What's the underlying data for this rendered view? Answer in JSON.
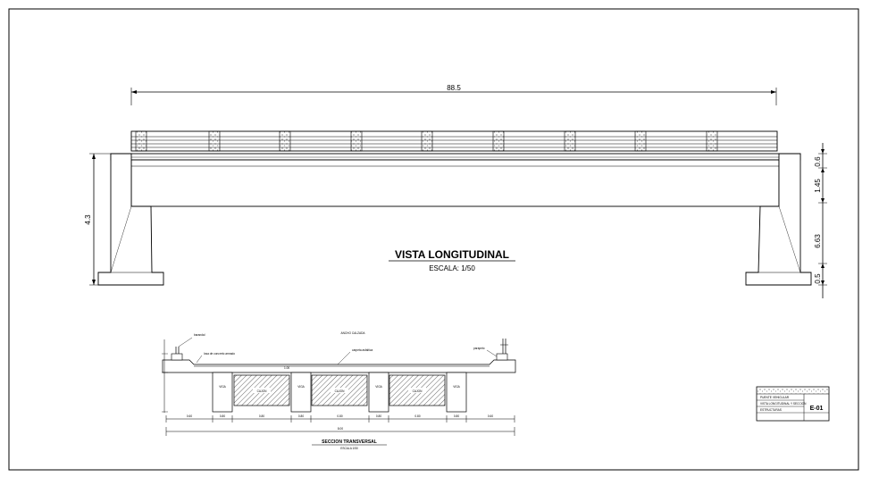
{
  "longitudinal": {
    "title": "VISTA LONGITUDINAL",
    "scale": "ESCALA: 1/50",
    "span_dim": "88.5",
    "height_dim": "4.3",
    "right_dims": [
      "0.6",
      "1.45",
      "6.63",
      "0.5"
    ]
  },
  "cross_section": {
    "title": "SECCION TRANSVERSAL",
    "scale": "ESCALA 1/50",
    "label_railing": "barandal",
    "label_deck": "ANCHO CALZADA",
    "label_slab": "losa de concreto armado",
    "label_pavement": "carpeta asfaltica",
    "label_parapet": "parapeto",
    "label_lane": "1.00",
    "beam_labels": [
      "VIGA",
      "VIGA",
      "VIGA",
      "VIGA"
    ],
    "box_labels": [
      "CAJON",
      "CAJON",
      "CAJON"
    ],
    "bottom_dims": [
      "0.60",
      "0.80",
      "0.80",
      "0.80",
      "0.80",
      "0.80",
      "0.80",
      "0.80",
      "0.60"
    ],
    "total_dim": "8.00"
  },
  "title_block": {
    "line1": "PUENTE VEHICULAR",
    "line2": "VISTA LONGITUDINAL Y SECCION",
    "line3": "ESTRUCTURAS",
    "sheet": "E-01"
  }
}
